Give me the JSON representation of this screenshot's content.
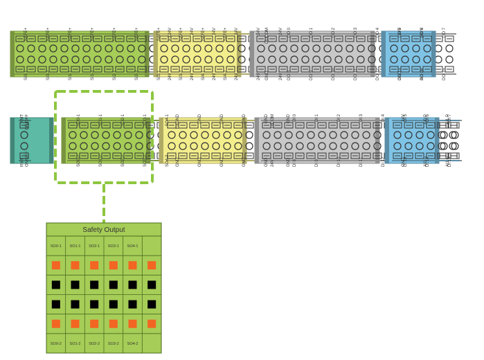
{
  "top_row": [
    {
      "id": "safety-in",
      "color": "#a6cd57",
      "labels_top": [
        "SAFE+",
        "SAFE+",
        "SAFE+",
        "SAFE+",
        "SAFE+",
        "SAFE+",
        "SAFE+",
        "SAFE+",
        "SAFE+",
        "SAFE+"
      ],
      "labels_bottom": [
        "SI0-1",
        "SI0-2",
        "SI1-1",
        "SI1-2",
        "SI2-1",
        "SI2-2",
        "SI3-1",
        "SI3-2",
        "SI4-1",
        "SI4-2"
      ]
    },
    {
      "id": "power-24v",
      "color": "#f3ee8c",
      "labels_top": [
        "EX24V",
        "24V",
        "24V",
        "24V",
        "24V",
        "24V"
      ],
      "labels_bottom": [
        "24V",
        "24V",
        "24V",
        "24V",
        "24V",
        "24V"
      ]
    },
    {
      "id": "digital-out",
      "color": "#c8c8c8",
      "labels_top": [
        "DOCOM",
        "DO 0",
        "DO 1",
        "DO 2",
        "DO 3",
        "DO 4",
        "DO 5",
        "DO 6",
        "DO 7"
      ],
      "labels_bottom": [
        "GND",
        "DO 8",
        "DO 9",
        "DO 10",
        "DO 11",
        "DO 12",
        "DO 13",
        "DO 14",
        "DO 15"
      ]
    },
    {
      "id": "analog-out",
      "color": "#7fc4e6",
      "labels_top": [
        "24V",
        "AO V"
      ],
      "labels_bottom": [
        "GND",
        "AO G"
      ]
    }
  ],
  "bottom_row": [
    {
      "id": "remote",
      "color": "#5cbaa5",
      "labels_top": [
        "RMT\nON/OFF"
      ],
      "labels_bottom": [
        "RMT\nON/OFF"
      ]
    },
    {
      "id": "safety-out",
      "color": "#a6cd57",
      "labels_top": [
        "SO0-1",
        "SO1-1",
        "SO2-1",
        "SO3-1",
        "SO4-1"
      ],
      "labels_bottom": [
        "SO0-2",
        "SO1-2",
        "SO2-2",
        "SO3-2",
        "SO4-2"
      ]
    },
    {
      "id": "gnd",
      "color": "#f3ee8c",
      "labels_top": [
        "EXGND",
        "GND",
        "GND",
        "GND",
        "GND",
        "GND"
      ],
      "labels_bottom": [
        "GND",
        "GND",
        "GND",
        "GND",
        "GND",
        "GND"
      ]
    },
    {
      "id": "digital-in",
      "color": "#c8c8c8",
      "labels_top": [
        "DICOM",
        "DI 0",
        "DI 1",
        "DI 2",
        "DI 3",
        "DI 4",
        "DI 5",
        "DI 6",
        "DI 7"
      ],
      "labels_bottom": [
        "24V",
        "DI 8",
        "DI 9",
        "DI 10",
        "DI 11",
        "DI 12",
        "DI 13",
        "DI 14",
        "DI 15"
      ]
    },
    {
      "id": "analog-in",
      "color": "#7fc4e6",
      "labels_top": [
        "24V",
        "AI0 P",
        "AI1 P"
      ],
      "labels_bottom": [
        "GND",
        "AI0 G",
        "AI1 G"
      ]
    }
  ],
  "highlight_color": "#8dc63f",
  "detail": {
    "title": "Safety Output",
    "header_labels": [
      "SO0-1",
      "SO1-1",
      "SO2-1",
      "SO3-1",
      "SO4-1",
      ""
    ],
    "footer_labels": [
      "SO0-2",
      "SO1-2",
      "SO2-2",
      "SO3-2",
      "SO4-2",
      ""
    ],
    "square_colors_by_row": [
      "#f26522",
      "#000000",
      "#000000",
      "#f26522"
    ],
    "fill_color": "#a6cd57"
  }
}
